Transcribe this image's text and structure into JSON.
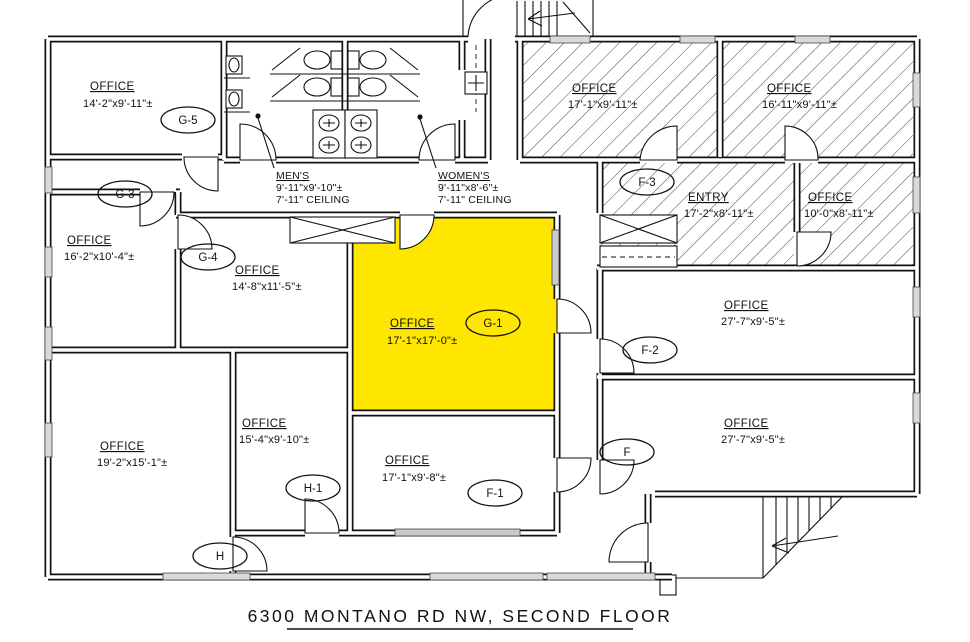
{
  "title": "6300 MONTANO RD NW, SECOND FLOOR",
  "colors": {
    "highlight": "#ffe600",
    "wall": "#111111",
    "window_fill": "#d9d9d9"
  },
  "rooms": {
    "g5": {
      "label": "OFFICE",
      "dims": "14'-2\"x9'-11\"±",
      "tag": "G-5"
    },
    "g3": {
      "label": "OFFICE",
      "dims": "16'-2\"x10'-4\"±",
      "tag": "G-3"
    },
    "g4": {
      "label": "OFFICE",
      "dims": "14'-8\"x11'-5\"±",
      "tag": "G-4"
    },
    "g1": {
      "label": "OFFICE",
      "dims": "17'-1\"x17'-0\"±",
      "tag": "G-1",
      "highlighted": true
    },
    "mens": {
      "label": "MEN'S",
      "dims": "9'-11\"x9'-10\"±",
      "ceiling": "7'-11\"  CEILING"
    },
    "womens": {
      "label": "WOMEN'S",
      "dims": "9'-11\"x8'-6\"±",
      "ceiling": "7'-11\"  CEILING"
    },
    "office_ne1": {
      "label": "OFFICE",
      "dims": "17'-1\"x9'-11\"±"
    },
    "office_ne2": {
      "label": "OFFICE",
      "dims": "16'-11\"x9'-11\"±"
    },
    "entry": {
      "label": "ENTRY",
      "dims": "17'-2\"x8'-11\"±",
      "tag": "F-3"
    },
    "office_e": {
      "label": "OFFICE",
      "dims": "10'-0\"x8'-11\"±"
    },
    "f2": {
      "label": "OFFICE",
      "dims": "27'-7\"x9'-5\"±",
      "tag": "F-2"
    },
    "f": {
      "label": "OFFICE",
      "dims": "27'-7\"x9'-5\"±",
      "tag": "F"
    },
    "h": {
      "label": "OFFICE",
      "dims": "19'-2\"x15'-1\"±",
      "tag": "H"
    },
    "h1": {
      "label": "OFFICE",
      "dims": "15'-4\"x9'-10\"±",
      "tag": "H-1"
    },
    "f1": {
      "label": "OFFICE",
      "dims": "17'-1\"x9'-8\"±",
      "tag": "F-1"
    }
  }
}
